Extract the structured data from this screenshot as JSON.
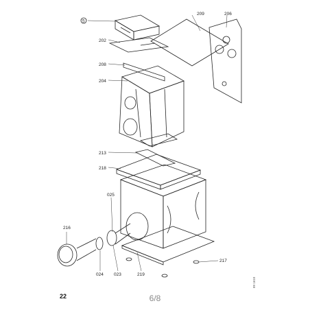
{
  "page": {
    "number": "22",
    "fraction": "6/8",
    "side_ref": "89 1610"
  },
  "labels": {
    "p5": "5",
    "p202": "202",
    "p208": "208",
    "p204": "204",
    "p213": "213",
    "p218": "218",
    "p209": "209",
    "p206": "206",
    "p025": "025",
    "p216": "216",
    "p024": "024",
    "p023": "023",
    "p219": "219",
    "p217": "217"
  }
}
